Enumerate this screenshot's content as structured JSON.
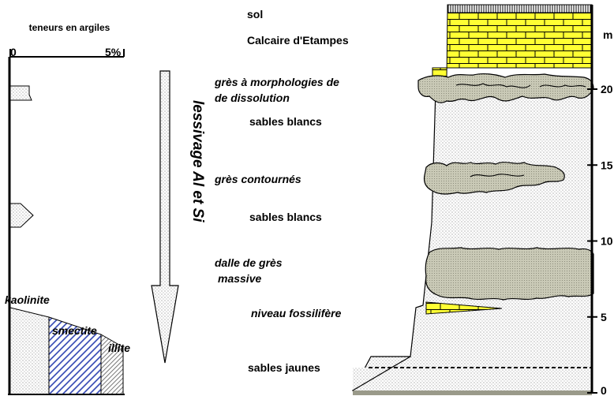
{
  "clay_panel": {
    "title": "teneurs en argiles",
    "scale_min": "0",
    "scale_max": "5%",
    "minerals": [
      "kaolinite",
      "smectite",
      "illite"
    ]
  },
  "leaching_arrow": {
    "label": "lessivage Al et Si"
  },
  "column_labels": {
    "sol": "sol",
    "calcaire": "Calcaire d'Etampes",
    "gres_dissolution_1": "grès à morphologies de",
    "gres_dissolution_2": "de dissolution",
    "sables_blancs_1": "sables blancs",
    "gres_contournes": "grès contournés",
    "sables_blancs_2": "sables blancs",
    "dalle_1": "dalle de grès",
    "dalle_2": "massive",
    "fossil": "niveau fossilifère",
    "sables_jaunes": "sables jaunes"
  },
  "depth_scale": {
    "unit": "m",
    "ticks": [
      "0",
      "5",
      "10",
      "15",
      "20"
    ]
  },
  "colors": {
    "limestone": "#ffff33",
    "sandstone": "#c8c8b4",
    "sand_dots": "#555555",
    "smectite_hatch": "#2a3fb0"
  }
}
